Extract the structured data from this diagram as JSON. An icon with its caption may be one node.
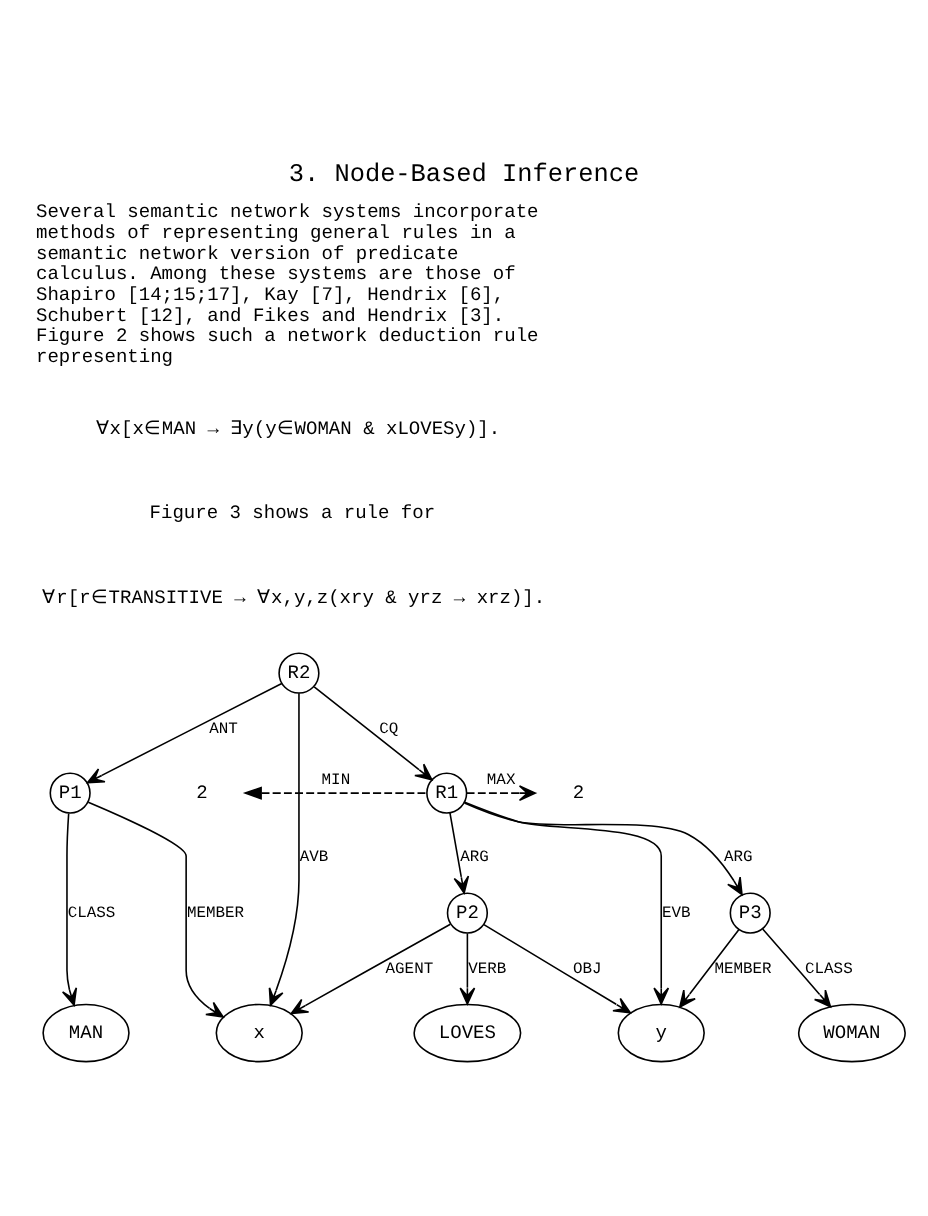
{
  "diagram": {
    "title": "3. Node-Based Inference",
    "nodes": [
      {
        "text": [
          "R2"
        ]
      },
      {
        "text": [
          "P1"
        ]
      },
      {
        "text": [
          "2"
        ]
      },
      {
        "text": [
          "R1"
        ]
      },
      {
        "text": [
          "2"
        ]
      },
      {
        "text": [
          "P2"
        ]
      },
      {
        "text": [
          "P3"
        ]
      },
      {
        "text": [
          "MAN"
        ]
      },
      {
        "text": [
          "x"
        ]
      },
      {
        "text": [
          "LOVES"
        ]
      },
      {
        "text": [
          "y"
        ]
      },
      {
        "text": [
          "WOMAN"
        ]
      }
    ],
    "edges": [
      {
        "from": 0,
        "to": 1,
        "arrow": "to",
        "label": "ANT"
      },
      {
        "from": 0,
        "to": 8,
        "arrow": "to",
        "label": "AVB"
      },
      {
        "from": 0,
        "to": 3,
        "arrow": "to",
        "label": "CQ"
      },
      {
        "from": 1,
        "to": 7,
        "arrow": "to",
        "label": "CLASS"
      },
      {
        "from": 1,
        "to": 8,
        "arrow": "to",
        "label": "MEMBER"
      },
      {
        "from": 3,
        "to": 2,
        "arrow": "to",
        "label": "MIN",
        "style": "dashed"
      },
      {
        "from": 3,
        "to": 4,
        "arrow": "to",
        "label": "MAX",
        "style": "dashed"
      },
      {
        "from": 3,
        "to": 5,
        "arrow": "to",
        "label": "ARG"
      },
      {
        "from": 3,
        "to": 6,
        "arrow": "to",
        "label": "ARG"
      },
      {
        "from": 3,
        "to": 10,
        "arrow": "to",
        "label": "EVB"
      },
      {
        "from": 5,
        "to": 8,
        "arrow": "to",
        "label": "AGENT"
      },
      {
        "from": 5,
        "to": 9,
        "arrow": "to",
        "label": "VERB"
      },
      {
        "from": 5,
        "to": 10,
        "arrow": "to",
        "label": "OBJ"
      },
      {
        "from": 6,
        "to": 10,
        "arrow": "to",
        "label": "MEMBER"
      },
      {
        "from": 6,
        "to": 11,
        "arrow": "to",
        "label": "CLASS"
      }
    ],
    "labels": [
      "Several semantic network systems incorporate methods of representing general rules in a semantic network version of predicate calculus. Among these systems are those of Shapiro [14;15;17], Kay [7], Hendrix [6], Schubert [12], and Fikes and Hendrix [3]. Figure 2 shows such a network deduction rule representing",
      "∀x[x∈MAN → ∃y(y∈WOMAN & xLOVESy)].",
      "Figure 3 shows a rule for",
      "∀r[r∈TRANSITIVE → ∀x,y,z(xry & yrz → xrz)]."
    ]
  }
}
